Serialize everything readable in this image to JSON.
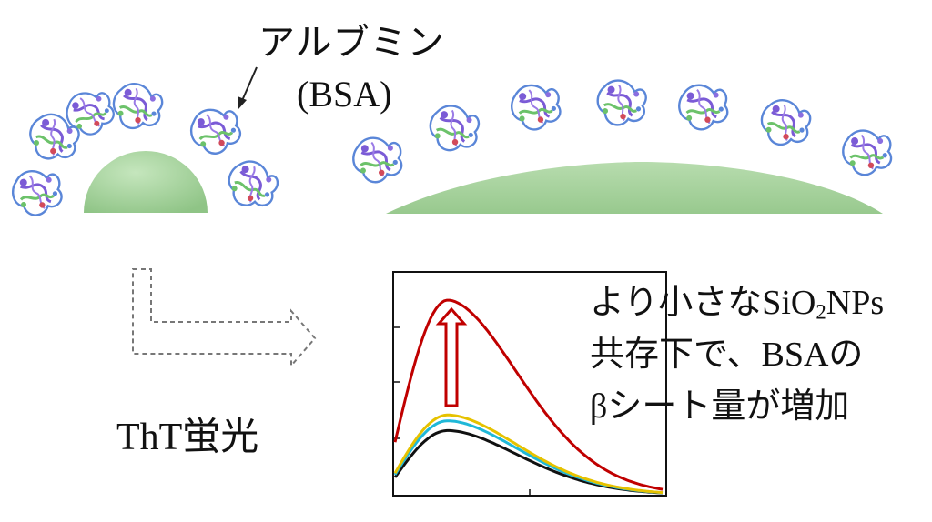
{
  "labels": {
    "albumin": "アルブミン",
    "bsa": "(BSA)",
    "tht": "ThT蛍光"
  },
  "caption": {
    "line1_pre": "より小さなSiO",
    "line1_sub": "2",
    "line1_post": "NPs",
    "line2": "共存下で、BSAの",
    "line3": "βシート量が増加"
  },
  "colors": {
    "particle_fill": "#a9d6a0",
    "particle_edge": "#8fc486",
    "protein_purple": "#7b5bd6",
    "protein_blue": "#5a86d8",
    "protein_green": "#6cc26a",
    "protein_red": "#d24a5a",
    "curve_red": "#c00000",
    "curve_yellow": "#e6c200",
    "curve_cyan": "#1fb8d8",
    "curve_black": "#111111",
    "arrow_up": "#c00000",
    "arrow_dashed": "#777777"
  },
  "icons": {
    "pointer": "arrow-pointer-icon",
    "dashed_arrow": "dashed-elbow-arrow-icon",
    "up_arrow": "hollow-up-arrow-icon"
  },
  "chart_data": {
    "type": "line",
    "title": "",
    "xlabel": "",
    "ylabel": "",
    "series": [
      {
        "color": "#c00000",
        "peak_relative": 1.0
      },
      {
        "color": "#e6c200",
        "peak_relative": 0.41
      },
      {
        "color": "#1fb8d8",
        "peak_relative": 0.38
      },
      {
        "color": "#111111",
        "peak_relative": 0.33
      }
    ],
    "grid": false,
    "legend": "none"
  }
}
